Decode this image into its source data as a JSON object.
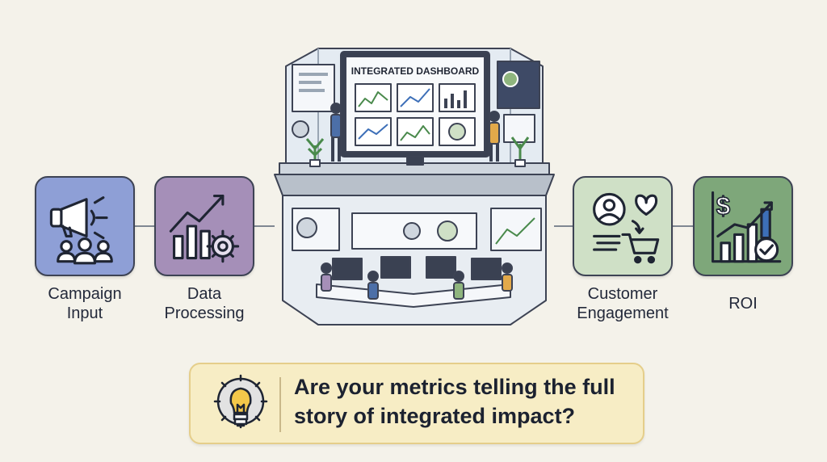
{
  "stages": [
    {
      "label": "Campaign\nInput",
      "icon": "megaphone-icon"
    },
    {
      "label": "Data\nProcessing",
      "icon": "growth-chart-gear-icon"
    },
    {
      "label": "Customer\nEngagement",
      "icon": "customer-cart-icon"
    },
    {
      "label": "ROI",
      "icon": "dollar-growth-check-icon"
    }
  ],
  "hub": {
    "dashboard_title": "INTEGRATED DASHBOARD",
    "illustration": "integrated-dashboard-building-icon"
  },
  "question": {
    "text": "Are your metrics telling the full story of integrated impact?",
    "icon": "lightbulb-gear-icon"
  },
  "colors": {
    "campaign_tile": "#8e9fd6",
    "processing_tile": "#a58fb8",
    "engagement_tile": "#cfe0c6",
    "roi_tile": "#7ea77a",
    "question_bg": "#f7edc5",
    "background": "#f4f2ea"
  }
}
